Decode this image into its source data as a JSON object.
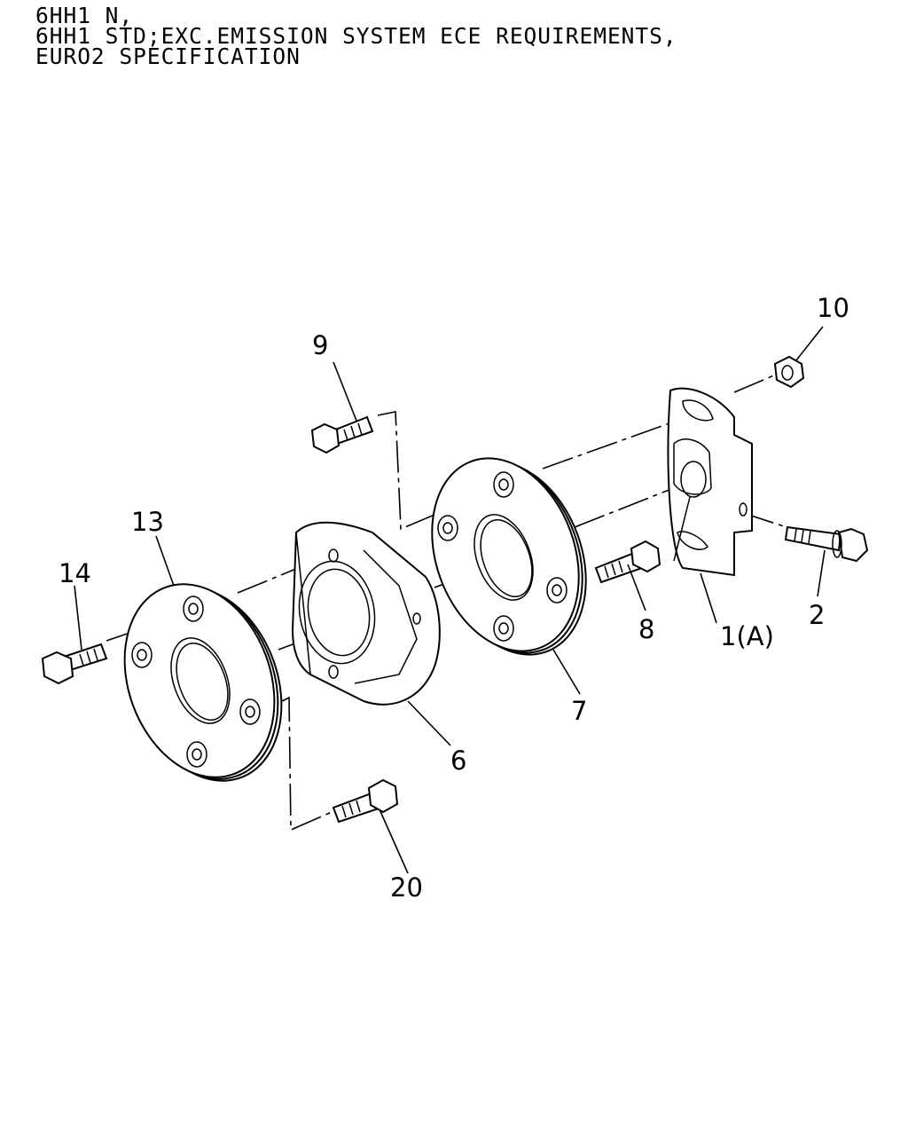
{
  "header": {
    "lines": [
      "6HH1 N,",
      "6HH1 STD;EXC.EMISSION SYSTEM ECE REQUIREMENTS,",
      "EURO2 SPECIFICATION"
    ]
  },
  "callouts": {
    "c1": "1(A)",
    "c2": "2",
    "c6": "6",
    "c7": "7",
    "c8": "8",
    "c9": "9",
    "c10": "10",
    "c13": "13",
    "c14": "14",
    "c20": "20"
  }
}
